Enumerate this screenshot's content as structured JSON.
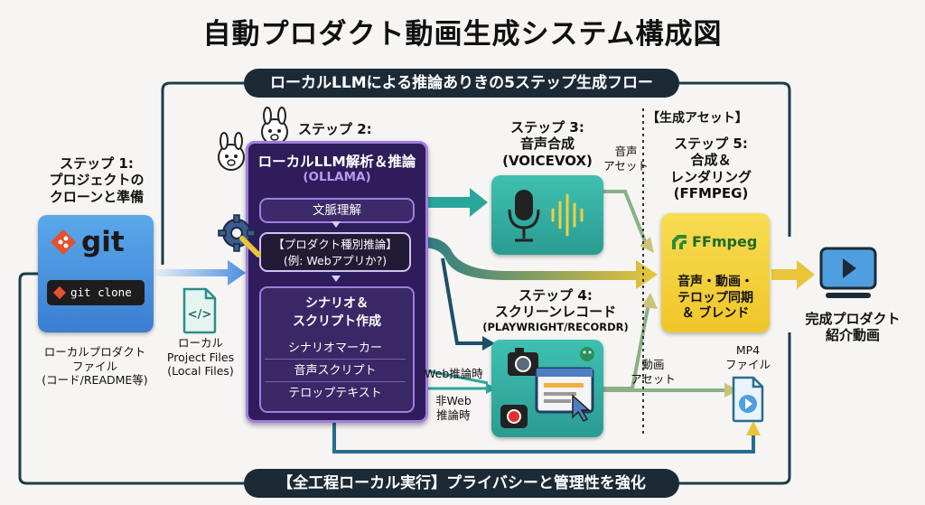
{
  "title": "自動プロダクト動画生成システム構成図",
  "top_banner": "ローカルLLMによる推論ありきの5ステップ生成フロー",
  "bottom_banner": "【全工程ローカル実行】プライバシーと管理性を強化",
  "step1": {
    "label_line1": "ステップ 1:",
    "label_line2": "プロジェクトの",
    "label_line3": "クローンと準備",
    "git_word": "git",
    "git_command": "git clone",
    "caption_line1": "ローカルプロダクト",
    "caption_line2": "ファイル",
    "caption_line3": "(コード/README等)"
  },
  "local_files": {
    "line1": "ローカル",
    "line2": "Project Files",
    "line3": "(Local Files)",
    "icon": "code-file-icon"
  },
  "step2": {
    "label": "ステップ 2:",
    "title_line1": "ローカルLLM解析＆推論",
    "title_line2": "(OLLAMA)",
    "row1": "文脈理解",
    "row2_line1": "【プロダクト種別推論】",
    "row2_line2": "(例: Webアプリか?)",
    "row3_line1": "シナリオ＆",
    "row3_line2": "スクリプト作成",
    "sub1": "シナリオマーカー",
    "sub2": "音声スクリプト",
    "sub3": "テロップテキスト"
  },
  "step3": {
    "label_line1": "ステップ 3:",
    "label_line2": "音声合成",
    "label_line3": "(VOICEVOX)",
    "asset_line1": "音声",
    "asset_line2": "アセット"
  },
  "step4": {
    "label_line1": "ステップ 4:",
    "label_line2": "スクリーンレコード",
    "label_line3": "(PLAYWRIGHT/RECORDR)",
    "web_label": "Web推論時",
    "nonweb_line1": "非Web",
    "nonweb_line2": "推論時",
    "asset_line1": "動画",
    "asset_line2": "アセット"
  },
  "asset_section": "【生成アセット】",
  "step5": {
    "label_line1": "ステップ 5:",
    "label_line2": "合成＆",
    "label_line3": "レンダリング",
    "label_line4": "(FFMPEG)",
    "ffmpeg_logo": "FFmpeg",
    "desc_line1": "音声・動画・",
    "desc_line2": "テロップ同期",
    "desc_line3": "＆ ブレンド"
  },
  "mp4": {
    "line1": "MP4",
    "line2": "ファイル"
  },
  "final": {
    "line1": "完成プロダクト",
    "line2": "紹介動画"
  },
  "colors": {
    "navy": "#1c2a36",
    "purple_panel": "#2e1d5a",
    "purple_border": "#a27ce0",
    "teal": "#2aa79b",
    "yellow": "#f4d23c",
    "blue_box": "#4f9ee0"
  }
}
